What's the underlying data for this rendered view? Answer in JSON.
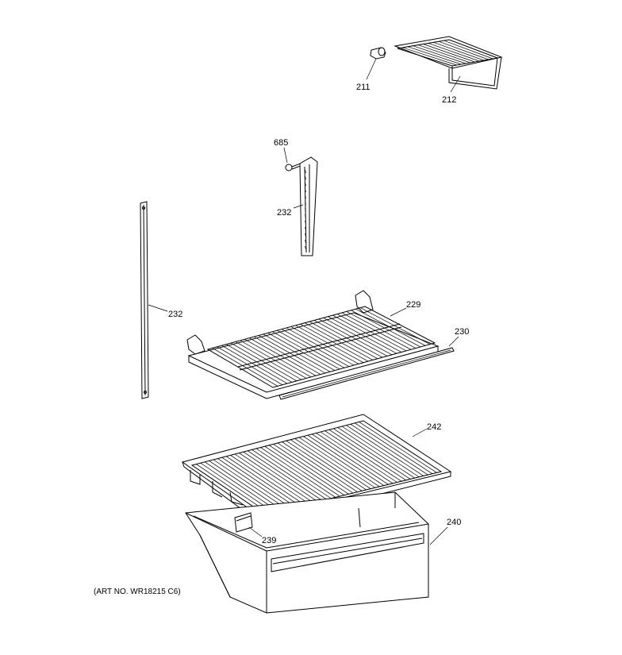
{
  "diagram": {
    "art_number": "(ART NO. WR18215 C6)",
    "callouts": [
      {
        "id": "p211",
        "text": "211"
      },
      {
        "id": "p212",
        "text": "212"
      },
      {
        "id": "p685",
        "text": "685"
      },
      {
        "id": "p232a",
        "text": "232"
      },
      {
        "id": "p232b",
        "text": "232"
      },
      {
        "id": "p229",
        "text": "229"
      },
      {
        "id": "p230",
        "text": "230"
      },
      {
        "id": "p242",
        "text": "242"
      },
      {
        "id": "p240",
        "text": "240"
      },
      {
        "id": "p239",
        "text": "239"
      }
    ]
  }
}
